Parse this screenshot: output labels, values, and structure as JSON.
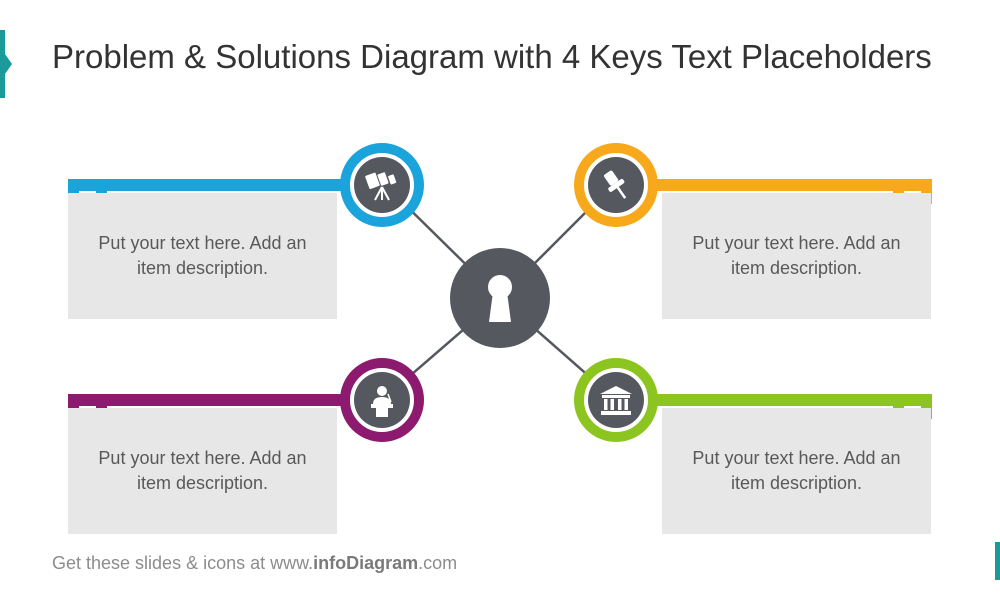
{
  "title": "Problem & Solutions Diagram with 4 Keys Text Placeholders",
  "footer": {
    "prefix": "Get these slides & icons at www.",
    "brand": "infoDiagram",
    "suffix": ".com"
  },
  "colors": {
    "accent_teal": "#1a9a9a",
    "blue": "#1ba3dc",
    "orange": "#f7a91b",
    "purple": "#8c1a6e",
    "green": "#8cc520",
    "hub": "#55595f",
    "box": "#e7e7e8",
    "connector": "#55595f"
  },
  "center": {
    "icon": "keyhole-icon"
  },
  "keys": [
    {
      "id": "top-left",
      "icon": "telescope-icon",
      "text": "Put your text here. Add an item description."
    },
    {
      "id": "top-right",
      "icon": "pushpin-icon",
      "text": "Put your text here. Add an item description."
    },
    {
      "id": "bottom-left",
      "icon": "speaker-podium-icon",
      "text": "Put your text here. Add an item description."
    },
    {
      "id": "bottom-right",
      "icon": "bank-building-icon",
      "text": "Put your text here. Add an item description."
    }
  ]
}
